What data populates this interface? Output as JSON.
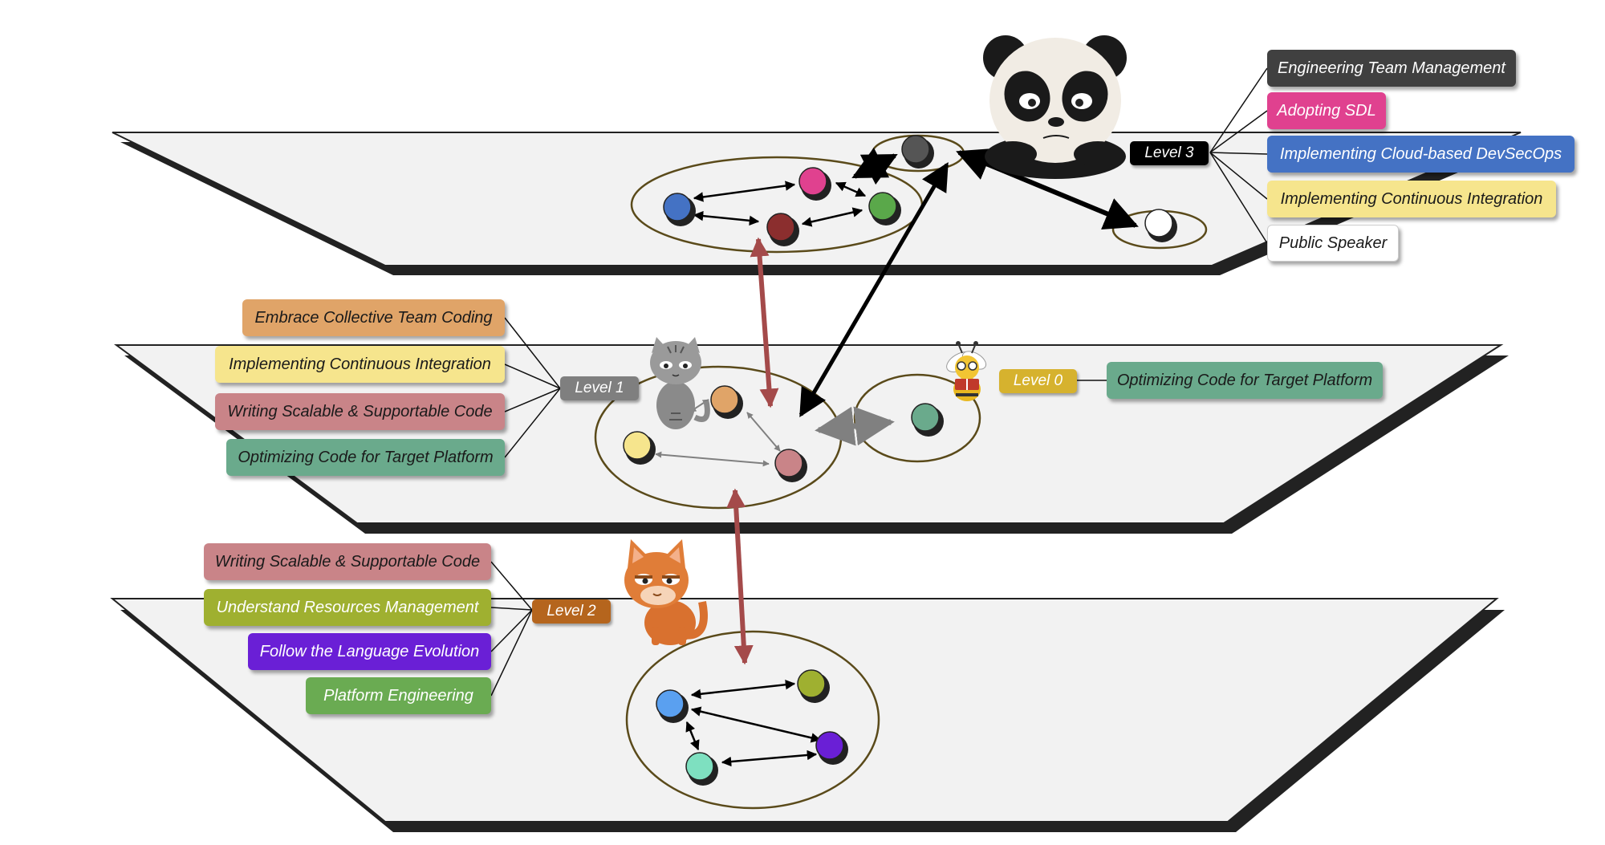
{
  "level3": {
    "label": "Level 3",
    "skills": [
      {
        "text": "Engineering Team Management",
        "bg": "#404040",
        "fg": "#ffffff"
      },
      {
        "text": "Adopting SDL",
        "bg": "#e0418f",
        "fg": "#ffffff"
      },
      {
        "text": "Implementing Cloud-based DevSecOps",
        "bg": "#4472c4",
        "fg": "#ffffff"
      },
      {
        "text": "Implementing Continuous Integration",
        "bg": "#f6e58d",
        "fg": "#1a1a1a"
      },
      {
        "text": "Public Speaker",
        "bg": "#ffffff",
        "fg": "#1a1a1a"
      }
    ]
  },
  "level1": {
    "label": "Level 1",
    "skills": [
      {
        "text": "Embrace Collective Team Coding",
        "bg": "#e0a468",
        "fg": "#1a1a1a"
      },
      {
        "text": "Implementing Continuous Integration",
        "bg": "#f6e58d",
        "fg": "#1a1a1a"
      },
      {
        "text": "Writing Scalable & Supportable Code",
        "bg": "#c98488",
        "fg": "#1a1a1a"
      },
      {
        "text": "Optimizing Code for Target Platform",
        "bg": "#6aaa8c",
        "fg": "#1a1a1a"
      }
    ]
  },
  "level0": {
    "label": "Level 0",
    "skills": [
      {
        "text": "Optimizing Code for Target Platform",
        "bg": "#6aaa8c",
        "fg": "#1a1a1a"
      }
    ]
  },
  "level2": {
    "label": "Level 2",
    "skills": [
      {
        "text": "Writing Scalable & Supportable Code",
        "bg": "#c98488",
        "fg": "#1a1a1a"
      },
      {
        "text": "Understand Resources Management",
        "bg": "#9fb030",
        "fg": "#ffffff"
      },
      {
        "text": "Follow the Language Evolution",
        "bg": "#6a1fd6",
        "fg": "#ffffff"
      },
      {
        "text": "Platform Engineering",
        "bg": "#6aab52",
        "fg": "#ffffff"
      }
    ]
  },
  "colors": {
    "level3_badge": "#000000",
    "level1_badge": "#7f7f7f",
    "level0_badge": "#d6b22e",
    "level2_badge": "#b5651d",
    "inter_level_arrow": "#a44a4a",
    "ring": "#5a4a1a",
    "plane": "#f2f2f2"
  },
  "icons": [
    "panda-mascot",
    "gray-cat-mascot",
    "bee-mascot",
    "orange-cat-mascot"
  ]
}
